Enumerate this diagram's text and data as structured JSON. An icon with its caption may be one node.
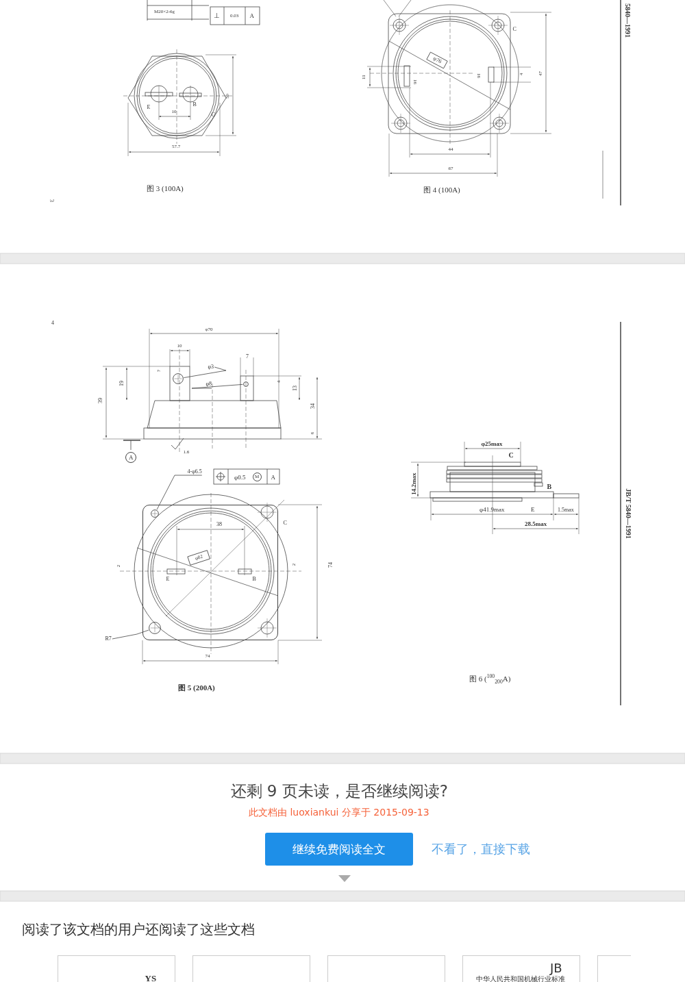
{
  "diagram": {
    "nodes": [
      {
        "text": [
          "φ3"
        ]
      },
      {
        "text": [
          "φ8"
        ]
      },
      {
        "text": [
          "4-φ6.5"
        ]
      },
      {
        "text": [
          "R7"
        ]
      },
      {
        "text": [],
        "shape": "circle"
      },
      {
        "text": [],
        "shape": "circle"
      },
      {
        "text": [],
        "shape": "box"
      },
      {
        "text": [],
        "shape": "circle",
        "in": 6
      },
      {
        "text": [],
        "shape": "circle",
        "in": 6
      }
    ],
    "edges": [
      {
        "from": 0,
        "to": 5,
        "arrow": "none"
      },
      {
        "from": 1,
        "to": 4,
        "arrow": "none"
      },
      {
        "from": 2,
        "to": 7,
        "arrow": "none"
      },
      {
        "from": 3,
        "to": 8,
        "arrow": "none"
      }
    ],
    "labels": [
      "M20×2-6g",
      "⊥",
      "0.03",
      "A",
      "E",
      "B",
      "10",
      "C",
      "50",
      "57.7",
      "图 3 (100A)",
      "3",
      "φ76",
      "11",
      "16",
      "16",
      "4",
      "47",
      "C",
      "44",
      "67",
      "图 4 (100A)",
      "5840—1991",
      "4",
      "φ70",
      "10",
      "7",
      "19",
      "39",
      "7",
      "4",
      "13",
      "34",
      "6",
      "A",
      "φ0.5",
      "M",
      "A",
      "38",
      "C",
      "φ82",
      "2",
      "E",
      "B",
      "2",
      "74",
      "74",
      "图 5 (200A)",
      "φ25max",
      "C",
      "14.2max",
      "B",
      "φ41.9max",
      "E",
      "1.5max",
      "28.5max",
      "图 6 ($^{100}$$_{200}$A)",
      "JB/T 5840—1991",
      "还剩 9 页未读，是否继续阅读?",
      "此文档由 luoxiankui 分享于 2015-09-13",
      "继续免费阅读全文",
      "不看了，直接下载",
      "阅读了该文档的用户还阅读了这些文档",
      "YS",
      "JB",
      "中华人民共和国机械行业标准",
      "1.6"
    ]
  }
}
